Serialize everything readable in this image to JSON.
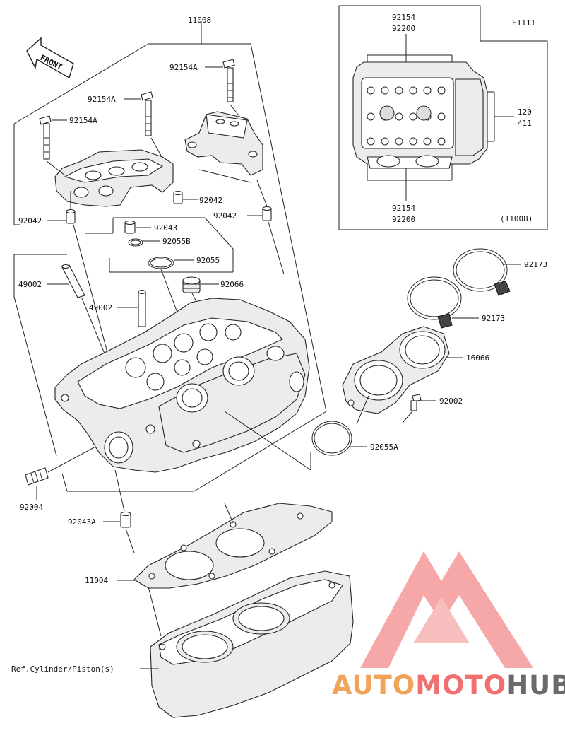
{
  "diagram": {
    "front_label": "FRONT",
    "inset_code": "E1111",
    "inset_top_a": "92154",
    "inset_top_b": "92200",
    "inset_bottom_a": "92154",
    "inset_bottom_b": "92200",
    "inset_right_a": "120",
    "inset_right_b": "411",
    "inset_ref": "(11008)",
    "labels": {
      "l11008": "11008",
      "l92154A_1": "92154A",
      "l92154A_2": "92154A",
      "l92154A_3": "92154A",
      "l92042_1": "92042",
      "l92042_2": "92042",
      "l92042_3": "92042",
      "l92043": "92043",
      "l92055B": "92055B",
      "l92055": "92055",
      "l92066": "92066",
      "l49002_1": "49002",
      "l49002_2": "49002",
      "l92173_1": "92173",
      "l92173_2": "92173",
      "l16066": "16066",
      "l92002": "92002",
      "l92055A": "92055A",
      "l92004": "92004",
      "l92043A": "92043A",
      "l11004": "11004",
      "lref": "Ref.Cylinder/Piston(s)"
    }
  },
  "watermark": {
    "word_a": "AUTO",
    "word_b": "MOTO",
    "word_c": "HUB",
    "color_a": "#f2a35a",
    "color_b": "#f07070",
    "color_c": "#6a6a6a"
  }
}
